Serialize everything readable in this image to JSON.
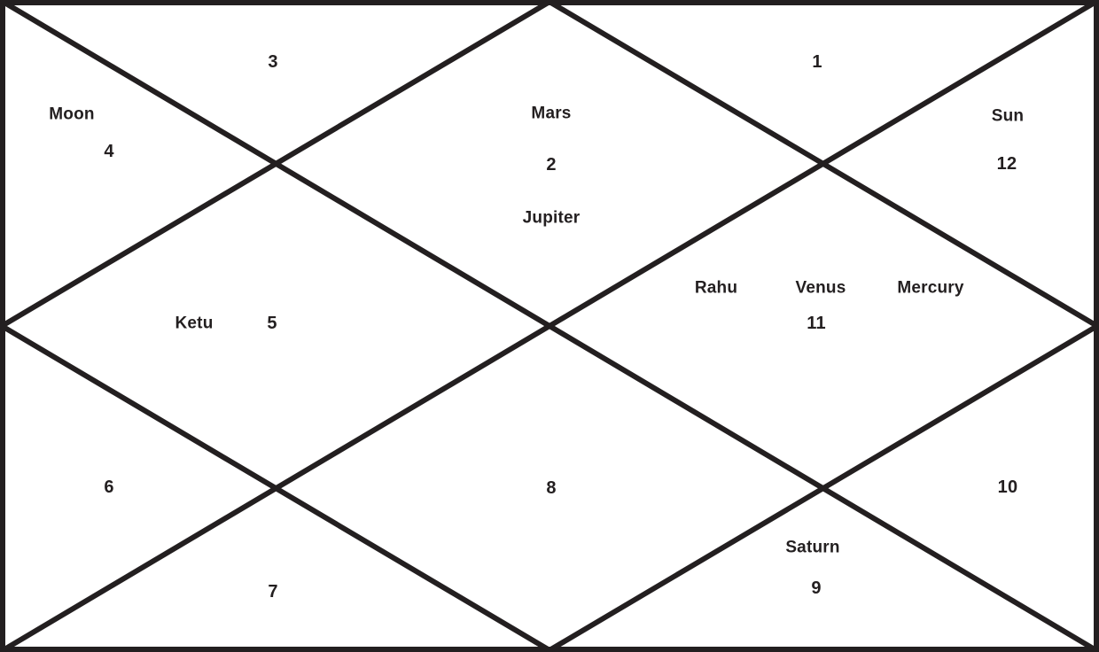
{
  "chart": {
    "style": "north-indian-kundali",
    "line_color": "#231f20",
    "background_color": "#ffffff",
    "houses": {
      "h1": {
        "number": "1"
      },
      "h2": {
        "number": "2",
        "planet_above": "Mars",
        "planet_below": "Jupiter"
      },
      "h3": {
        "number": "3"
      },
      "h4": {
        "number": "4",
        "planet": "Moon"
      },
      "h5": {
        "number": "5",
        "planet": "Ketu"
      },
      "h6": {
        "number": "6"
      },
      "h7": {
        "number": "7"
      },
      "h8": {
        "number": "8"
      },
      "h9": {
        "number": "9",
        "planet": "Saturn"
      },
      "h10": {
        "number": "10"
      },
      "h11": {
        "number": "11",
        "planets": [
          "Rahu",
          "Venus",
          "Mercury"
        ]
      },
      "h12": {
        "number": "12",
        "planet": "Sun"
      }
    }
  }
}
